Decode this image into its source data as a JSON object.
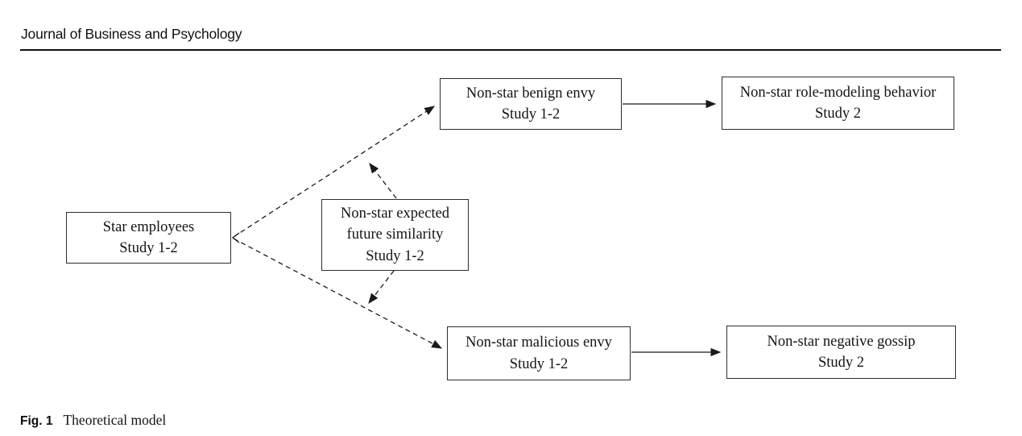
{
  "page": {
    "journal_header": "Journal of Business and Psychology"
  },
  "figure": {
    "caption_label": "Fig. 1",
    "caption_title": "Theoretical model"
  },
  "diagram": {
    "nodes": [
      {
        "id": "star-employees",
        "label": "Star employees",
        "study": "Study 1-2"
      },
      {
        "id": "non-star-expected-future-similarity",
        "label": "Non-star expected future similarity",
        "study": "Study 1-2"
      },
      {
        "id": "non-star-benign-envy",
        "label": "Non-star benign envy",
        "study": "Study 1-2"
      },
      {
        "id": "non-star-role-modeling-behavior",
        "label": "Non-star role-modeling behavior",
        "study": "Study 2"
      },
      {
        "id": "non-star-malicious-envy",
        "label": "Non-star malicious envy",
        "study": "Study 1-2"
      },
      {
        "id": "non-star-negative-gossip",
        "label": "Non-star negative gossip",
        "study": "Study 2"
      }
    ],
    "edges": [
      {
        "from": "star-employees",
        "to": "non-star-benign-envy",
        "style": "dashed",
        "type": "direct"
      },
      {
        "from": "star-employees",
        "to": "non-star-malicious-envy",
        "style": "dashed",
        "type": "direct"
      },
      {
        "from": "non-star-expected-future-similarity",
        "to": "path:star-employees->non-star-benign-envy",
        "style": "dashed",
        "type": "moderation"
      },
      {
        "from": "non-star-expected-future-similarity",
        "to": "path:star-employees->non-star-malicious-envy",
        "style": "dashed",
        "type": "moderation"
      },
      {
        "from": "non-star-benign-envy",
        "to": "non-star-role-modeling-behavior",
        "style": "solid",
        "type": "direct"
      },
      {
        "from": "non-star-malicious-envy",
        "to": "non-star-negative-gossip",
        "style": "solid",
        "type": "direct"
      }
    ],
    "colors": {
      "background": "#ffffff",
      "box_border": "#2e2e2e",
      "text": "#141414",
      "arrow": "#1a1a1a"
    }
  }
}
